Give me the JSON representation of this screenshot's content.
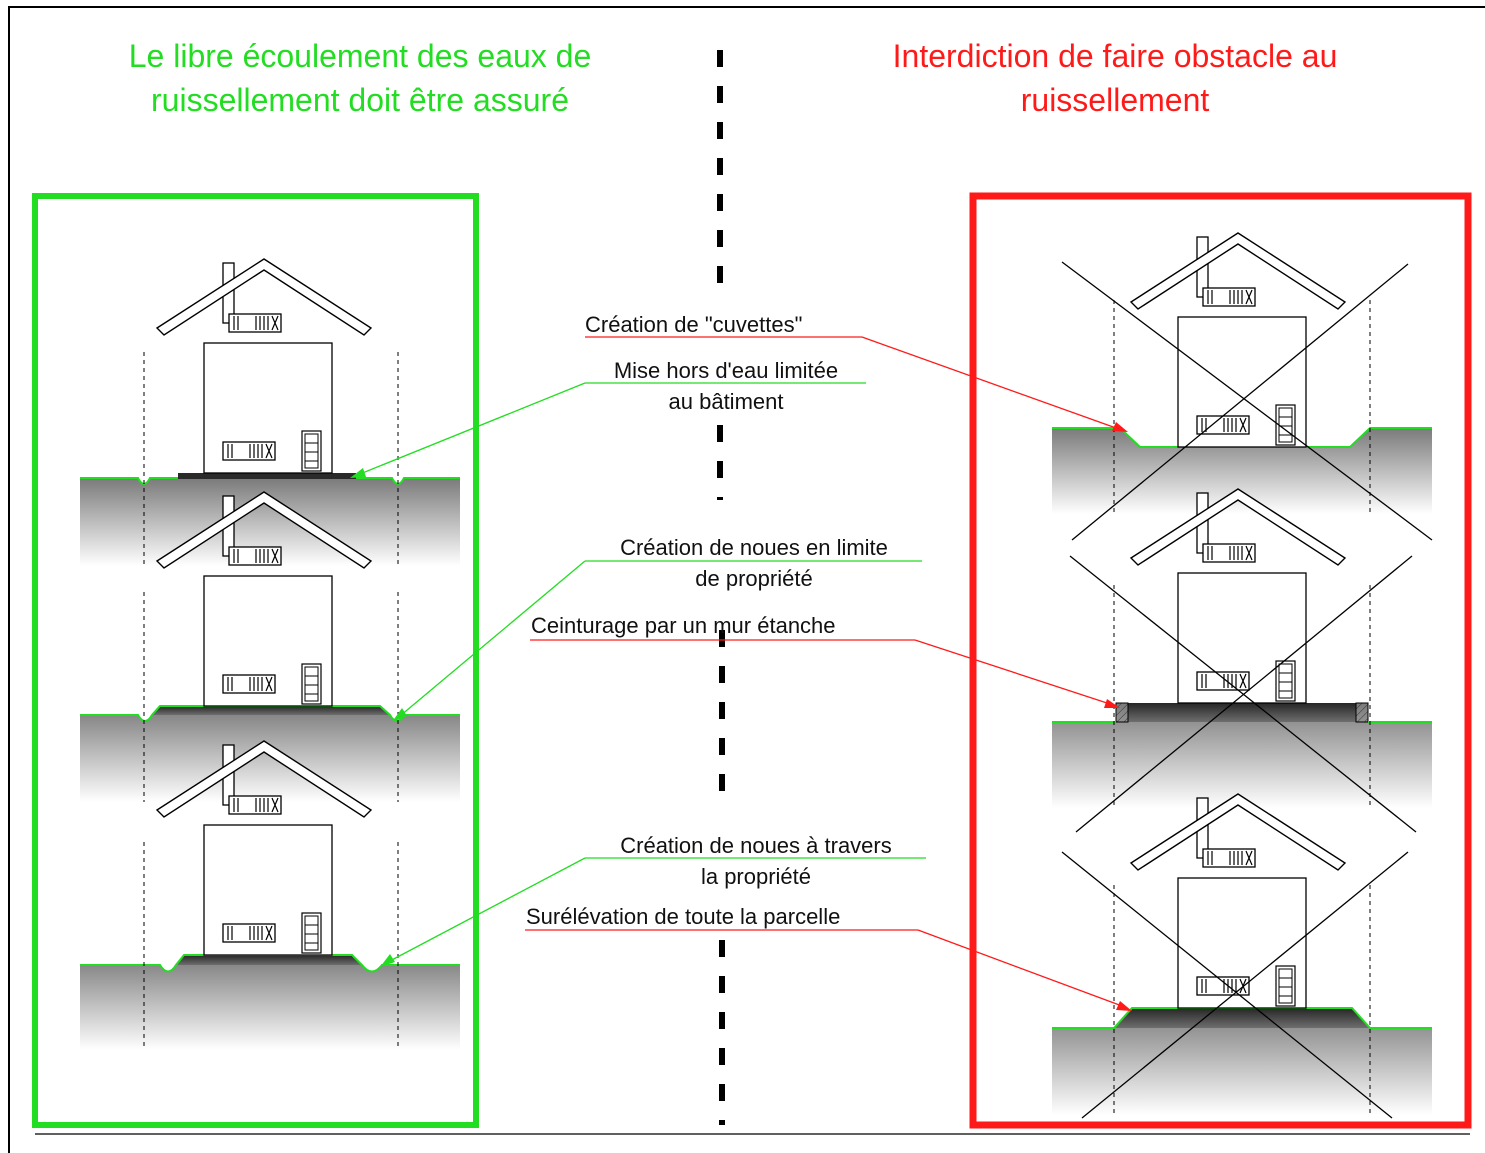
{
  "colors": {
    "good": "#22dd22",
    "bad": "#ff1a1a",
    "ink": "#111111"
  },
  "titles": {
    "left_line1": "Le libre écoulement des eaux de",
    "left_line2": "ruissellement doit être assuré",
    "right_line1": "Interdiction de faire obstacle au",
    "right_line2": "ruissellement"
  },
  "labels": {
    "cuvettes": "Création de \"cuvettes\"",
    "mise_hors_line1": "Mise hors d'eau limitée",
    "mise_hors_line2": "au bâtiment",
    "noues_limite_line1": "Création de noues en limite",
    "noues_limite_line2": "de propriété",
    "ceinturage": "Ceinturage par un mur étanche",
    "noues_travers_line1": "Création de noues à travers",
    "noues_travers_line2": "la propriété",
    "surelevation": "Surélévation de toute la parcelle"
  },
  "panels": {
    "left": {
      "meaning": "allowed",
      "color": "#22dd22"
    },
    "right": {
      "meaning": "forbidden",
      "color": "#ff1a1a"
    }
  }
}
